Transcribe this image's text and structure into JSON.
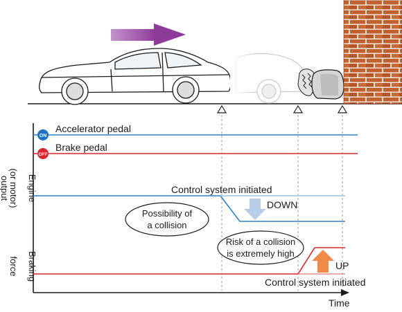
{
  "labels": {
    "accelerator": "Accelerator pedal",
    "brake": "Brake pedal",
    "on_badge": "ON",
    "off_badge": "OFF",
    "engine_axis_line1": "Engine",
    "engine_axis_line2": "(or motor)",
    "engine_axis_line3": "output",
    "braking_axis_line1": "Braking",
    "braking_axis_line2": "force",
    "control_initiated_top": "Control system initiated",
    "down": "DOWN",
    "possibility_line1": "Possibility of",
    "possibility_line2": "a collision",
    "risk_line1": "Risk of a collision",
    "risk_line2": "is extremely high",
    "up": "UP",
    "control_initiated_bottom": "Control system initiated",
    "time": "Time"
  },
  "colors": {
    "accelerator_line": "#2f7fc1",
    "brake_line": "#d9262e",
    "engine_line": "#2f7fc1",
    "braking_line": "#d9262e",
    "on_badge": "#1d6fc4",
    "off_badge": "#d9262e",
    "down_arrow": "#b8cde6",
    "up_arrow": "#f08a4b",
    "motion_arrow": "#8e3b9a",
    "brick": "#c0612f"
  },
  "icons": {
    "motion": "motion-arrow-icon",
    "car": "car-icon",
    "wall": "brick-wall-icon"
  }
}
